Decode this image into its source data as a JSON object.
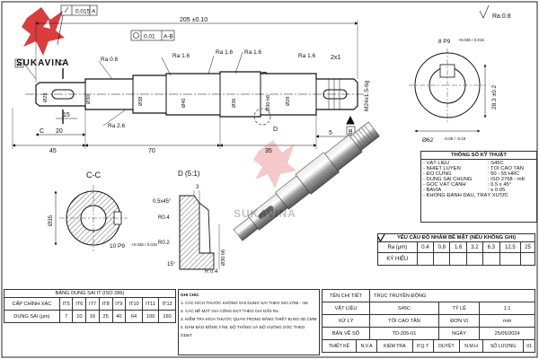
{
  "brand": {
    "name": "SUKAVINA"
  },
  "dims": {
    "total_len": "205 ±0.10",
    "ra_corner": "Ra 0.8",
    "perp": "0.015",
    "perp_ref": "A",
    "conc": "0.01",
    "conc_ref": "A-B",
    "ra16_a": "Ra 1.6",
    "ra16_b": "Ra 1.6",
    "ra16_c": "Ra 1.6",
    "ra16_d": "Ra 1.6",
    "ra08_a": "Ra 0.8",
    "ra26": "Ra 2.6",
    "len_45": "45",
    "len_70": "70",
    "len_35": "35",
    "len_20": "20",
    "len_15": "15",
    "len_5": "5",
    "chamfer": "2x1",
    "thread": "M24x1.5-6g",
    "d_25": "Ø25",
    "d_30": "Ø30",
    "d_38": "Ø38",
    "d_40": "Ø40",
    "d_36": "Ø36",
    "d_28": "Ø28",
    "d_30h6": "Ø30 h6",
    "key_8": "8 P9",
    "key_8_tol": "+0.036 / 0.015",
    "d_283": "28.3 ±0.2",
    "d_62": "Ø62",
    "d_62_tol": "-0.05 / -0.15",
    "mark_a": "A",
    "mark_b": "B",
    "mark_c": "C",
    "mark_d": "D"
  },
  "sections": {
    "cc_title": "C-C",
    "cc_d35": "Ø35",
    "cc_key": "10 P9",
    "cc_key_tol": "+0.036 / 0.015",
    "detail_title": "D (5:1)",
    "det_chamfer": "0.5x45°",
    "det_r04a": "R0.4",
    "det_r02": "R0.2",
    "det_r04b": "R 0.4",
    "det_15": "15°",
    "det_3": "3",
    "det_d30": "Ø30 h6"
  },
  "specs": {
    "title": "THÔNG SỐ KỸ THUẬT",
    "rows": [
      {
        "k": "- VẬT LIỆU",
        "v": ": S45C"
      },
      {
        "k": "- NHIỆT LUYỆN",
        "v": ": TÔI CAO TẦN"
      },
      {
        "k": "- ĐỘ CỨNG",
        "v": ": 50 - 55 HRC"
      },
      {
        "k": "- DUNG SAI CHUNG",
        "v": ": ISO 2768 - mK"
      },
      {
        "k": "- GÓC VÁT CẠNH",
        "v": ": 0.5 x 45°"
      },
      {
        "k": "- BAVIA",
        "v": ": ≤ 0.05"
      },
      {
        "k": "- KHÔNG ĐÁNH DẤU, TRẦY XƯỚC",
        "v": ""
      }
    ]
  },
  "roughness": {
    "title": "YÊU CẦU ĐỘ NHÁM BỀ MẶT (NẾU KHÔNG GHI)",
    "row1_label": "Ra (μm)",
    "values": [
      "0.4",
      "0.8",
      "1.6",
      "3.2",
      "6.3",
      "12.5",
      "25"
    ],
    "row2_label": "KÝ HIỆU"
  },
  "tolerance": {
    "title": "BẢNG DUNG SAI IT (ISO 286)",
    "head_label": "CẤP CHÍNH XÁC",
    "grades": [
      "IT5",
      "IT6",
      "IT7",
      "IT8",
      "IT9",
      "IT10",
      "IT11",
      "IT12"
    ],
    "row_label": "DUNG SAI (μm)",
    "values": [
      "7",
      "10",
      "16",
      "25",
      "40",
      "64",
      "100",
      "160"
    ]
  },
  "notes": {
    "title": "GHI CHÚ:",
    "items": [
      "1. CÁC KÍCH THƯỚC KHÔNG GHI DUNG SAI THEO ISO 2768 - mK",
      "2. CÁC BỀ MẶT GIA CÔNG ĐẠT THEO CHỈ DẪN Ra",
      "3. KIỂM TRA KÍCH THƯỚC QUAN TRỌNG BẰNG THIẾT BỊ ĐO 3D CMM",
      "4. ĐẢM BẢO ĐỒNG TÂM, ĐỘ THẲNG VÀ ĐỘ VUÔNG GÓC THEO GD&T"
    ]
  },
  "titleblock": {
    "name_label": "TÊN CHI TIẾT",
    "name": "TRỤC TRUYỀN ĐỘNG",
    "mat_label": "VẬT LIỆU",
    "mat": "S45C",
    "scale_label": "TỶ LỆ",
    "scale": "1:1",
    "treat_label": "XỬ LÝ",
    "treat": "TÔI CAO TẦN",
    "unit_label": "ĐƠN VỊ",
    "unit": "mm",
    "dwg_label": "BẢN VẼ SỐ",
    "dwg": "TD-205-01",
    "date_label": "NGÀY",
    "date": "25/05/2024",
    "design_label": "THIẾT KẾ",
    "design": "N.V.A",
    "check_label": "KIỂM TRA",
    "check": "P.Q.T",
    "approve_label": "DUYỆT",
    "approve": "N.M.H",
    "qty_label": "SỐ LƯỢNG",
    "qty": "01"
  }
}
